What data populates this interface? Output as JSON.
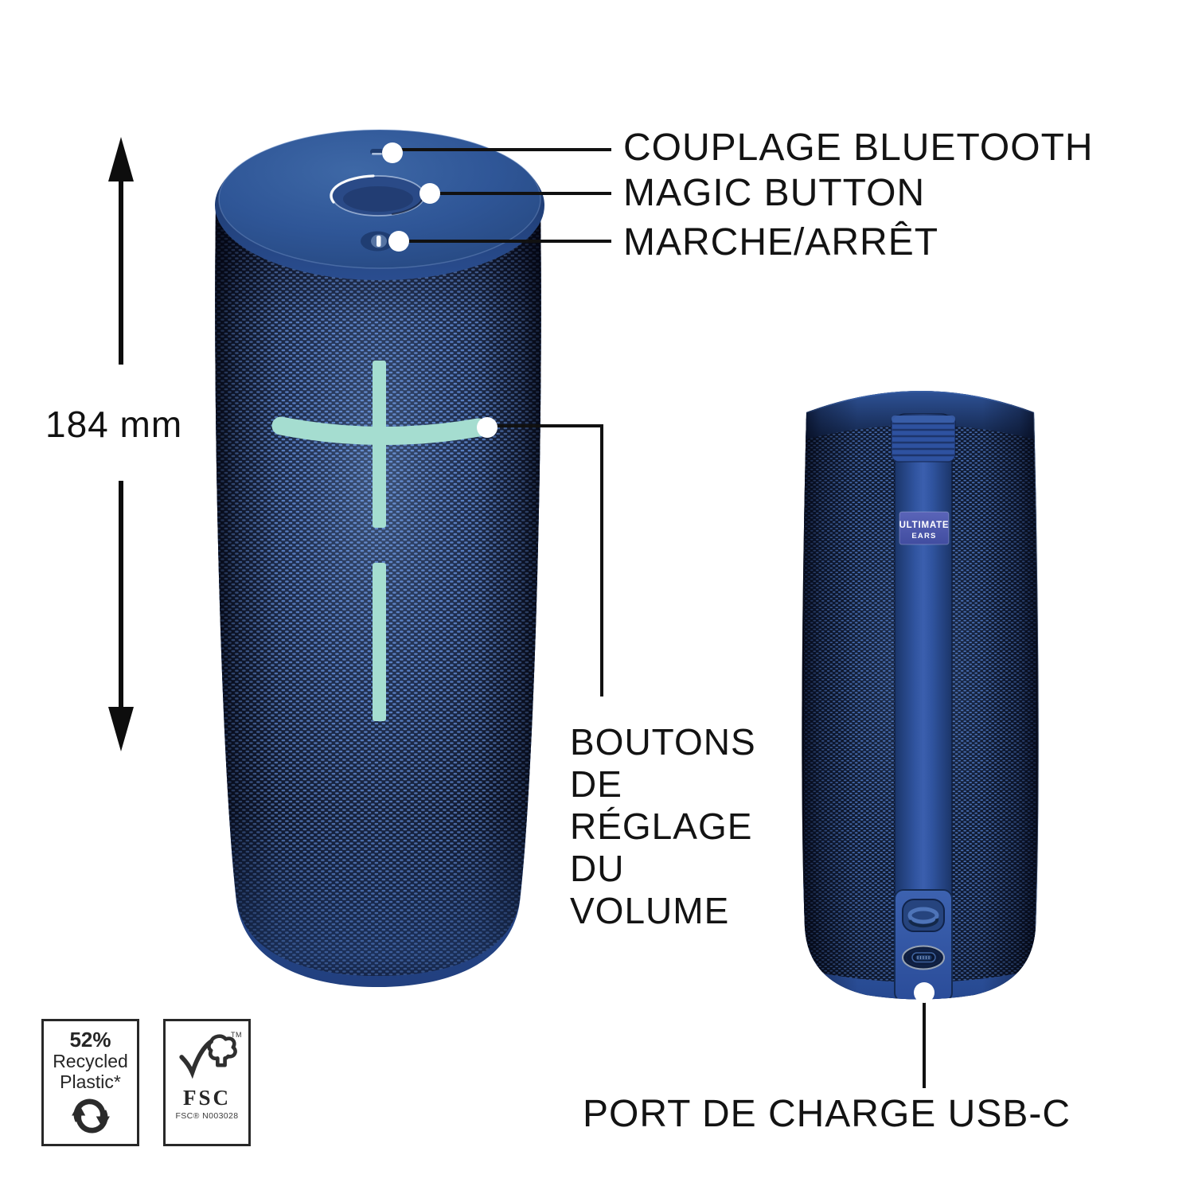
{
  "labels": {
    "bluetooth": "COUPLAGE BLUETOOTH",
    "magic_button": "MAGIC BUTTON",
    "power": "MARCHE/ARRÊT",
    "volume": "BOUTONS\nDE\nRÉGLAGE\nDU\nVOLUME",
    "usb": "PORT DE CHARGE USB-C"
  },
  "measurement": {
    "height_label": "184 mm"
  },
  "branding": {
    "ultimate": "ULTIMATE",
    "ears": "EARS"
  },
  "badges": {
    "recycled": {
      "percent": "52%",
      "line1": "Recycled",
      "line2": "Plastic*"
    },
    "fsc": {
      "name": "FSC",
      "tm": "TM",
      "license": "FSC® N003028"
    }
  },
  "icons": {
    "recycle": "recycle-arrows-icon",
    "fsc_tree": "fsc-tree-check-icon",
    "power_glyph": "power-bar-icon",
    "volume_up": "volume-plus",
    "volume_down": "volume-minus"
  },
  "colors": {
    "accent_mint": "#a5ddd0",
    "cap_blue": "#2f549a",
    "mesh_base_navy": "#121a2e",
    "mesh_dot_blue": "#5b82c4",
    "spine_blue": "#30549f",
    "brand_badge_blue": "#4d58ab",
    "base_rim_blue": "#2c55a4",
    "callout_black": "#111111",
    "background": "#ffffff"
  }
}
